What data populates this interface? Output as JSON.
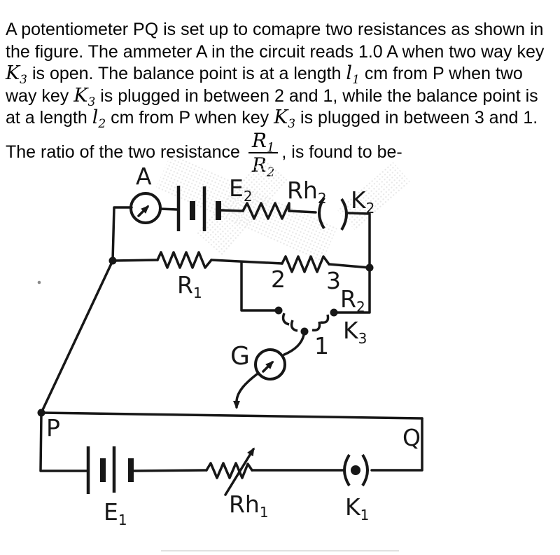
{
  "question": {
    "seg1": "A potentiometer PQ is set up to comapre two resistances as shown in the figure. The ammeter A in the circuit reads 1.0 A when two way key ",
    "seg2": " is open. The balance point is at a length ",
    "seg3": " cm from P when two way key ",
    "seg4": " is plugged in between 2 and 1, while the balance point is at a length ",
    "seg5": " cm from P when key ",
    "seg6": " is plugged in between 3 and 1. The ratio of the two resistance ",
    "seg7": ", is found to be-",
    "math": {
      "K3": {
        "main": "K",
        "sub": "3"
      },
      "l1": {
        "main": "l",
        "sub": "1"
      },
      "l2": {
        "main": "l",
        "sub": "2"
      }
    },
    "frac": {
      "num_main": "R",
      "num_sub": "1",
      "den_main": "R",
      "den_sub": "2"
    }
  },
  "diagram": {
    "labels": {
      "ammeter": "A",
      "e2": {
        "main": "E",
        "sub": "2"
      },
      "rh2": {
        "main": "Rh",
        "sub": "2"
      },
      "k2": {
        "main": "K",
        "sub": "2"
      },
      "r1": {
        "main": "R",
        "sub": "1"
      },
      "term2": "2",
      "term3": "3",
      "r2": {
        "main": "R",
        "sub": "2"
      },
      "k3": {
        "main": "K",
        "sub": "3"
      },
      "term1": "1",
      "galvanometer": "G",
      "p": "P",
      "q": "Q",
      "e1": {
        "main": "E",
        "sub": "1"
      },
      "rh1": {
        "main": "Rh",
        "sub": "1"
      },
      "k1": {
        "main": "K",
        "sub": "1"
      }
    },
    "colors": {
      "ink": "#171717",
      "watermark": "#e4e4e4",
      "divider": "#e0e0e0"
    }
  }
}
